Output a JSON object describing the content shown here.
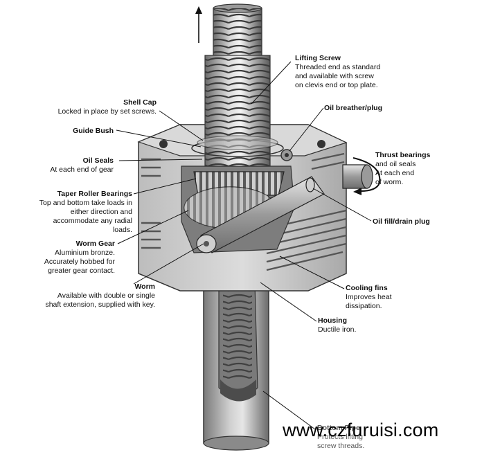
{
  "labels": {
    "lifting_screw": {
      "title": "Lifting Screw",
      "desc": [
        "Threaded end as standard",
        "and available with screw",
        "on clevis end or top plate."
      ]
    },
    "shell_cap": {
      "title": "Shell Cap",
      "desc": [
        "Locked in place by set screws."
      ]
    },
    "guide_bush": {
      "title": "Guide Bush",
      "desc": []
    },
    "oil_breather": {
      "title": "Oil breather/plug",
      "desc": []
    },
    "thrust_bearings": {
      "title": "Thrust bearings",
      "desc": [
        "and oil seals",
        "At each end",
        "of worm."
      ]
    },
    "oil_seals": {
      "title": "Oil Seals",
      "desc": [
        "At each end of gear"
      ]
    },
    "taper_roller": {
      "title": "Taper Roller Bearings",
      "desc": [
        "Top and bottom take loads in",
        "either direction and",
        "accommodate any radial",
        "loads."
      ]
    },
    "oil_fill": {
      "title": "Oil fill/drain plug",
      "desc": []
    },
    "worm_gear": {
      "title": "Worm Gear",
      "desc": [
        "Aluminium bronze.",
        "Accurately hobbed for",
        "greater gear contact."
      ]
    },
    "worm": {
      "title": "Worm",
      "desc": [
        "Available with double or single",
        "shaft extension, supplied with key."
      ]
    },
    "cooling_fins": {
      "title": "Cooling fins",
      "desc": [
        "Improves heat",
        "dissipation."
      ]
    },
    "housing": {
      "title": "Housing",
      "desc": [
        "Ductile iron."
      ]
    },
    "bottom_pipe": {
      "title": "Bottom Pipe",
      "desc": [
        "Protects lifting",
        "screw threads."
      ]
    }
  },
  "watermark": "www.czfuruisi.com"
}
